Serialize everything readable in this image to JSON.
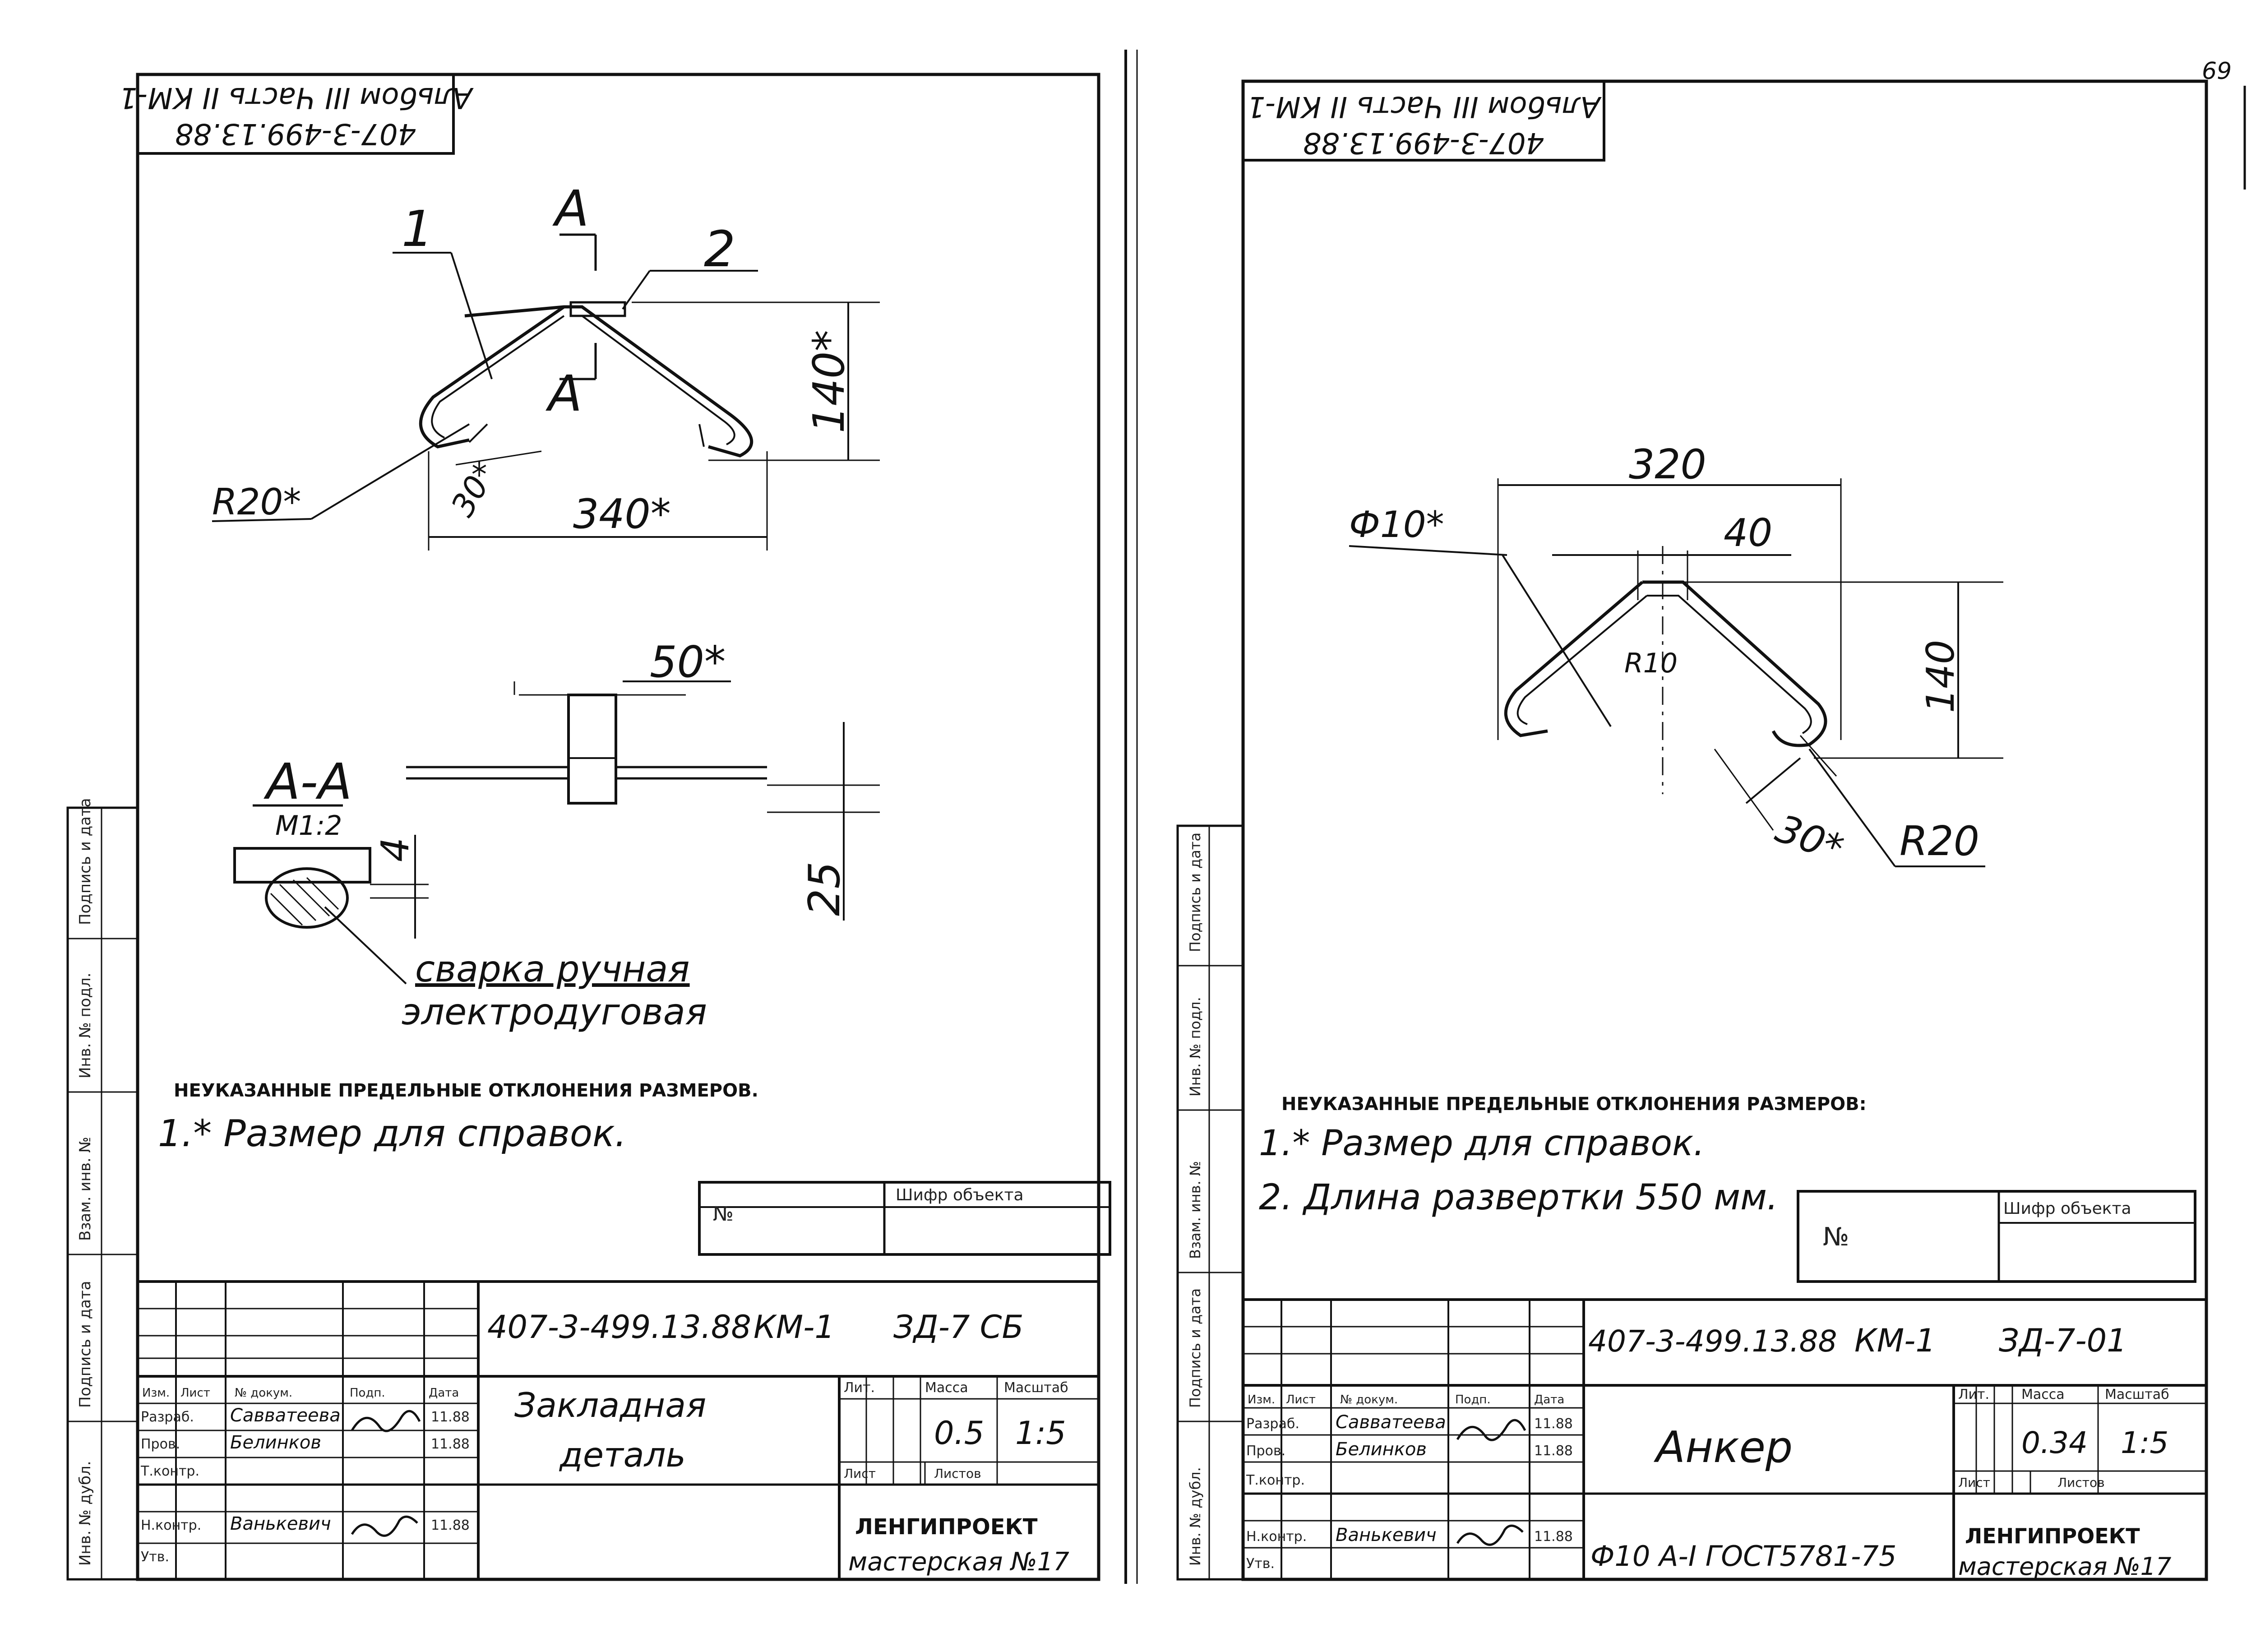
{
  "page_number": "69",
  "left_sheet": {
    "album_stamp": {
      "line1": "Альбом III Часть II КМ-1",
      "line2": "407-3-499.13.88"
    },
    "view": {
      "pos_1": "1",
      "pos_2": "2",
      "section_mark_top": "А",
      "section_mark_bottom": "А",
      "dim_height": "140*",
      "dim_radius": "R20*",
      "dim_30": "30*",
      "dim_length": "340*"
    },
    "side_view": {
      "dim_width": "50*",
      "dim_25": "25"
    },
    "section": {
      "title": "А-А",
      "scale": "М1:2",
      "dim_4": "4",
      "weld_note_line1": "сварка ручная",
      "weld_note_line2": "электродуговая"
    },
    "notes_heading": "НЕУКАЗАННЫЕ ПРЕДЕЛЬНЫЕ ОТКЛОНЕНИЯ РАЗМЕРОВ.",
    "note_1": "1.* Размер для справок.",
    "object_box": {
      "number_label": "№",
      "code_label": "Шифр объекта"
    },
    "title_block": {
      "designation": "407-3-499.13.88",
      "set": "КМ-1",
      "sheet_code": "ЗД-7 СБ",
      "title_line1": "Закладная",
      "title_line2": "деталь",
      "col_lit": "Лит.",
      "col_mass": "Масса",
      "col_scale": "Масштаб",
      "mass": "0.5",
      "scale": "1:5",
      "sheet_label": "Лист",
      "sheets_label": "Листов",
      "org_line1": "ЛЕНГИПРОЕКТ",
      "org_line2": "мастерская №17",
      "rows": [
        {
          "role": "Разраб.",
          "name": "Савватеева",
          "date": "11.88"
        },
        {
          "role": "Пров.",
          "name": "Белинков",
          "date": "11.88"
        },
        {
          "role": "Т.контр.",
          "name": "",
          "date": ""
        },
        {
          "role": "Н.контр.",
          "name": "Ванькевич",
          "date": "11.88"
        },
        {
          "role": "Утв.",
          "name": "",
          "date": ""
        }
      ],
      "header_cols": [
        "Изм.",
        "Лист",
        "№ докум.",
        "Подп.",
        "Дата"
      ]
    },
    "margin_labels": [
      "Подпись и дата",
      "Инв. № подл.",
      "Взам. инв. №",
      "Подпись и дата",
      "Инв. № дубл."
    ]
  },
  "right_sheet": {
    "album_stamp": {
      "line1": "Альбом III Часть II КМ-1",
      "line2": "407-3-499.13.88"
    },
    "view": {
      "dim_top": "320",
      "dim_40": "40",
      "dim_diameter": "Ф10*",
      "dim_r10": "R10",
      "dim_height": "140",
      "dim_30": "30*",
      "dim_radius": "R20"
    },
    "notes_heading": "НЕУКАЗАННЫЕ ПРЕДЕЛЬНЫЕ ОТКЛОНЕНИЯ РАЗМЕРОВ:",
    "note_1": "1.* Размер для справок.",
    "note_2": "2. Длина развертки 550 мм.",
    "object_box": {
      "number_label": "№",
      "code_label": "Шифр объекта"
    },
    "title_block": {
      "designation": "407-3-499.13.88",
      "set": "КМ-1",
      "sheet_code": "ЗД-7-01",
      "title": "Анкер",
      "material": "Ф10 А-I ГОСТ5781-75",
      "col_lit": "Лит.",
      "col_mass": "Масса",
      "col_scale": "Масштаб",
      "mass": "0.34",
      "scale": "1:5",
      "sheet_label": "Лист",
      "sheets_label": "Листов",
      "org_line1": "ЛЕНГИПРОЕКТ",
      "org_line2": "мастерская №17",
      "rows": [
        {
          "role": "Разраб.",
          "name": "Савватеева",
          "date": "11.88"
        },
        {
          "role": "Пров.",
          "name": "Белинков",
          "date": "11.88"
        },
        {
          "role": "Т.контр.",
          "name": "",
          "date": ""
        },
        {
          "role": "Н.контр.",
          "name": "Ванькевич",
          "date": "11.88"
        },
        {
          "role": "Утв.",
          "name": "",
          "date": ""
        }
      ],
      "header_cols": [
        "Изм.",
        "Лист",
        "№ докум.",
        "Подп.",
        "Дата"
      ]
    },
    "margin_labels": [
      "Подпись и дата",
      "Инв. № подл.",
      "Взам. инв. №",
      "Подпись и дата",
      "Инв. № дубл."
    ]
  }
}
